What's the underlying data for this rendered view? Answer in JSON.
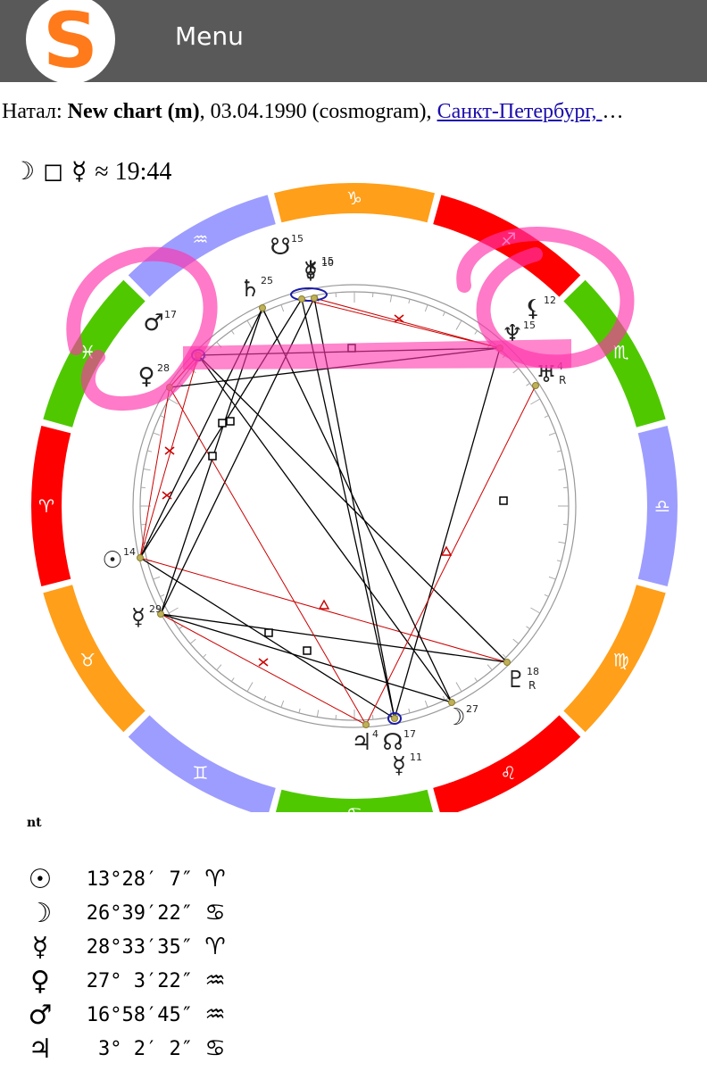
{
  "header": {
    "logo_letter": "S",
    "menu_label": "Menu"
  },
  "chart_title": {
    "prefix": "Натал: ",
    "name": "New chart (m)",
    "details": ", 03.04.1990 (cosmogram), ",
    "place_link": "Санкт-Петербург, ",
    "ellipsis": "…"
  },
  "aspect_summary": {
    "glyphs": "☽ ◻ ☿",
    "time": "≈ 19:44"
  },
  "wheel": {
    "signs": [
      {
        "glyph": "♈",
        "color": "#ff0000"
      },
      {
        "glyph": "♉",
        "color": "#ff9f1a"
      },
      {
        "glyph": "♊",
        "color": "#9d9dff"
      },
      {
        "glyph": "♋",
        "color": "#4fc800"
      },
      {
        "glyph": "♌",
        "color": "#ff0000"
      },
      {
        "glyph": "♍",
        "color": "#ff9f1a"
      },
      {
        "glyph": "♎",
        "color": "#9d9dff"
      },
      {
        "glyph": "♏",
        "color": "#4fc800"
      },
      {
        "glyph": "♐",
        "color": "#ff0000"
      },
      {
        "glyph": "♑",
        "color": "#ff9f1a"
      },
      {
        "glyph": "♒",
        "color": "#9d9dff"
      },
      {
        "glyph": "♓",
        "color": "#4fc800"
      }
    ],
    "planets": [
      {
        "glyph": "☉",
        "degree": "14"
      },
      {
        "glyph": "☽",
        "degree": "27"
      },
      {
        "glyph": "☿",
        "degree": "29"
      },
      {
        "glyph": "♀",
        "degree": "28"
      },
      {
        "glyph": "♂",
        "degree": "17"
      },
      {
        "glyph": "♃",
        "degree": "4"
      },
      {
        "glyph": "♄",
        "degree": "25"
      },
      {
        "glyph": "♅",
        "degree": "4",
        "retro": "R"
      },
      {
        "glyph": "♆",
        "degree": "15"
      },
      {
        "glyph": "♇",
        "degree": "18",
        "retro": "R"
      },
      {
        "glyph": "⚷",
        "degree": "15"
      },
      {
        "glyph": "☊",
        "degree": "17"
      },
      {
        "glyph": "☋",
        "degree": "15"
      },
      {
        "glyph": "⚸",
        "degree": "12"
      },
      {
        "glyph": "☿",
        "degree": "11"
      },
      {
        "glyph": "☿",
        "degree": "10"
      }
    ],
    "aspect_colors": {
      "hard": "#000000",
      "soft": "#cc0000"
    },
    "highlight_color": "#ff33aa"
  },
  "table_caption": "nt",
  "positions": [
    {
      "planet": "☉",
      "position": "13°28′ 7″",
      "sign": "♈"
    },
    {
      "planet": "☽",
      "position": "26°39′22″",
      "sign": "♋"
    },
    {
      "planet": "☿",
      "position": "28°33′35″",
      "sign": "♈"
    },
    {
      "planet": "♀",
      "position": "27° 3′22″",
      "sign": "♒"
    },
    {
      "planet": "♂",
      "position": "16°58′45″",
      "sign": "♒"
    },
    {
      "planet": "♃",
      "position": " 3° 2′ 2″",
      "sign": "♋"
    }
  ]
}
